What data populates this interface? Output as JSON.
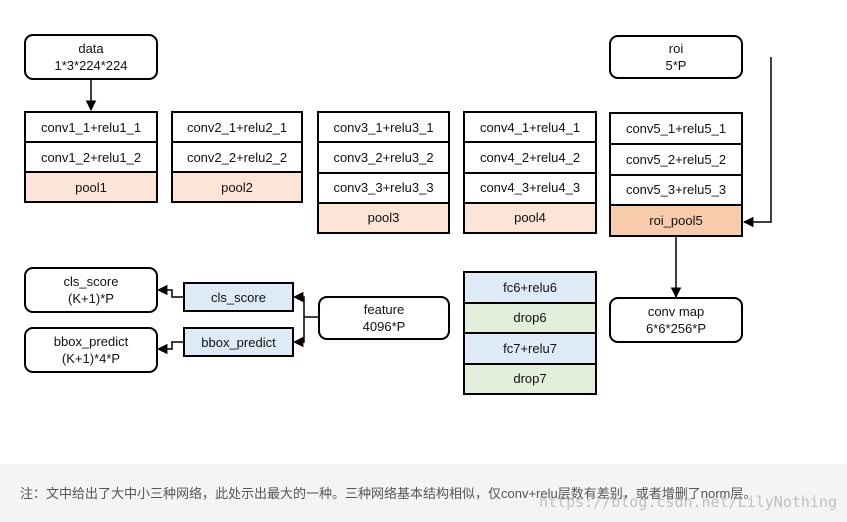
{
  "nodes": {
    "data": [
      "data",
      "1*3*224*224"
    ],
    "roi": [
      "roi",
      "5*P"
    ],
    "cls_score": [
      "cls_score",
      "(K+1)*P"
    ],
    "bbox_predict": [
      "bbox_predict",
      "(K+1)*4*P"
    ],
    "feature": [
      "feature",
      "4096*P"
    ],
    "conv_map": [
      "conv map",
      "6*6*256*P"
    ]
  },
  "heads": {
    "cls_score": "cls_score",
    "bbox_predict": "bbox_predict"
  },
  "stacks": {
    "conv1": [
      {
        "label": "conv1_1+relu1_1",
        "fill": "white"
      },
      {
        "label": "conv1_2+relu1_2",
        "fill": "white"
      },
      {
        "label": "pool1",
        "fill": "pool"
      }
    ],
    "conv2": [
      {
        "label": "conv2_1+relu2_1",
        "fill": "white"
      },
      {
        "label": "conv2_2+relu2_2",
        "fill": "white"
      },
      {
        "label": "pool2",
        "fill": "pool"
      }
    ],
    "conv3": [
      {
        "label": "conv3_1+relu3_1",
        "fill": "white"
      },
      {
        "label": "conv3_2+relu3_2",
        "fill": "white"
      },
      {
        "label": "conv3_3+relu3_3",
        "fill": "white"
      },
      {
        "label": "pool3",
        "fill": "pool"
      }
    ],
    "conv4": [
      {
        "label": "conv4_1+relu4_1",
        "fill": "white"
      },
      {
        "label": "conv4_2+relu4_2",
        "fill": "white"
      },
      {
        "label": "conv4_3+relu4_3",
        "fill": "white"
      },
      {
        "label": "pool4",
        "fill": "pool"
      }
    ],
    "conv5": [
      {
        "label": "conv5_1+relu5_1",
        "fill": "white"
      },
      {
        "label": "conv5_2+relu5_2",
        "fill": "white"
      },
      {
        "label": "conv5_3+relu5_3",
        "fill": "white"
      },
      {
        "label": "roi_pool5",
        "fill": "roi"
      }
    ],
    "fc": [
      {
        "label": "fc6+relu6",
        "fill": "blue"
      },
      {
        "label": "drop6",
        "fill": "green"
      },
      {
        "label": "fc7+relu7",
        "fill": "blue"
      },
      {
        "label": "drop7",
        "fill": "green"
      }
    ]
  },
  "colors": {
    "pool": "#fce4d6",
    "roi": "#f8cbad",
    "blue": "#deebf7",
    "green": "#e2efda",
    "note_bg": "#f4f4f4"
  },
  "note": "注：文中给出了大中小三种网络，此处示出最大的一种。三种网络基本结构相似，仅conv+relu层数有差别，或者增删了norm层。",
  "watermark": "https://blog.csdn.net/LilyNothing"
}
